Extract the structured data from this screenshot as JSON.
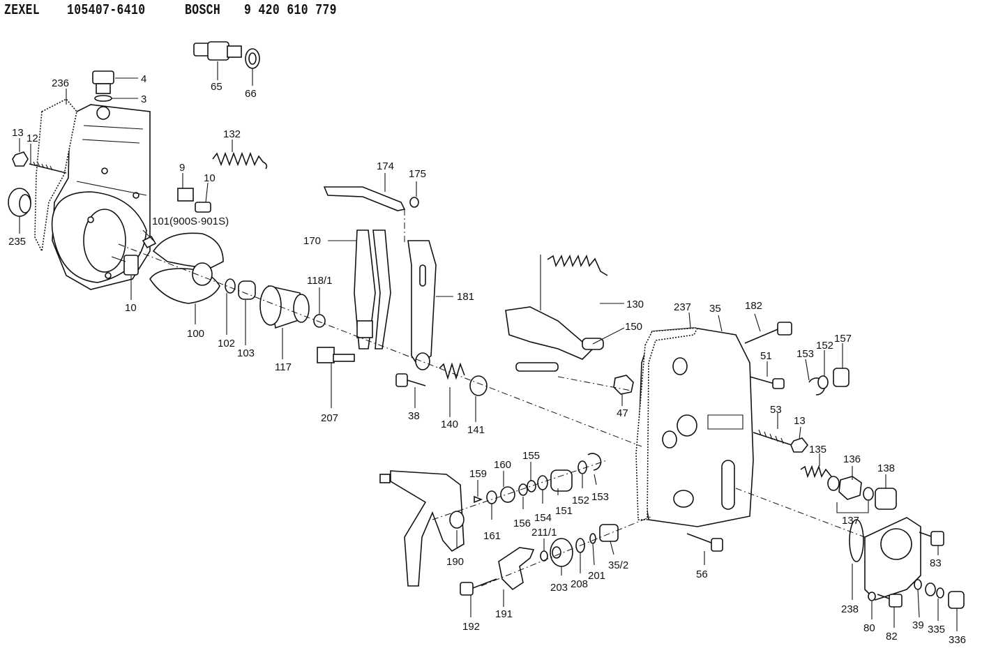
{
  "header": {
    "brand": "ZEXEL",
    "part_number": "105407-6410",
    "maker": "BOSCH",
    "maker_number": "9 420 610 779"
  },
  "part_labels": [
    {
      "id": "l4",
      "text": "4"
    },
    {
      "id": "l3",
      "text": "3"
    },
    {
      "id": "l236",
      "text": "236"
    },
    {
      "id": "l13a",
      "text": "13"
    },
    {
      "id": "l12",
      "text": "12"
    },
    {
      "id": "l235",
      "text": "235"
    },
    {
      "id": "l65",
      "text": "65"
    },
    {
      "id": "l66",
      "text": "66"
    },
    {
      "id": "l132",
      "text": "132"
    },
    {
      "id": "l9",
      "text": "9"
    },
    {
      "id": "l10a",
      "text": "10"
    },
    {
      "id": "l101",
      "text": "101(900S·901S)"
    },
    {
      "id": "l10b",
      "text": "10"
    },
    {
      "id": "l100",
      "text": "100"
    },
    {
      "id": "l102",
      "text": "102"
    },
    {
      "id": "l103",
      "text": "103"
    },
    {
      "id": "l117",
      "text": "117"
    },
    {
      "id": "l118",
      "text": "118/1"
    },
    {
      "id": "l174",
      "text": "174"
    },
    {
      "id": "l175",
      "text": "175"
    },
    {
      "id": "l170",
      "text": "170"
    },
    {
      "id": "l181",
      "text": "181"
    },
    {
      "id": "l207",
      "text": "207"
    },
    {
      "id": "l38",
      "text": "38"
    },
    {
      "id": "l140",
      "text": "140"
    },
    {
      "id": "l141",
      "text": "141"
    },
    {
      "id": "l130",
      "text": "130"
    },
    {
      "id": "l150",
      "text": "150"
    },
    {
      "id": "l237",
      "text": "237"
    },
    {
      "id": "l35",
      "text": "35"
    },
    {
      "id": "l182",
      "text": "182"
    },
    {
      "id": "l51",
      "text": "51"
    },
    {
      "id": "l153a",
      "text": "153"
    },
    {
      "id": "l152a",
      "text": "152"
    },
    {
      "id": "l157",
      "text": "157"
    },
    {
      "id": "l47",
      "text": "47"
    },
    {
      "id": "l53",
      "text": "53"
    },
    {
      "id": "l13b",
      "text": "13"
    },
    {
      "id": "l135",
      "text": "135"
    },
    {
      "id": "l136",
      "text": "136"
    },
    {
      "id": "l138",
      "text": "138"
    },
    {
      "id": "l137",
      "text": "137"
    },
    {
      "id": "l159",
      "text": "159"
    },
    {
      "id": "l160",
      "text": "160"
    },
    {
      "id": "l155",
      "text": "155"
    },
    {
      "id": "l161",
      "text": "161"
    },
    {
      "id": "l156",
      "text": "156"
    },
    {
      "id": "l154",
      "text": "154"
    },
    {
      "id": "l151",
      "text": "151"
    },
    {
      "id": "l152b",
      "text": "152"
    },
    {
      "id": "l153b",
      "text": "153"
    },
    {
      "id": "l190",
      "text": "190"
    },
    {
      "id": "l211",
      "text": "211/1"
    },
    {
      "id": "l203",
      "text": "203"
    },
    {
      "id": "l208",
      "text": "208"
    },
    {
      "id": "l201",
      "text": "201"
    },
    {
      "id": "l352",
      "text": "35/2"
    },
    {
      "id": "l56",
      "text": "56"
    },
    {
      "id": "l192",
      "text": "192"
    },
    {
      "id": "l191",
      "text": "191"
    },
    {
      "id": "l238",
      "text": "238"
    },
    {
      "id": "l80",
      "text": "80"
    },
    {
      "id": "l82",
      "text": "82"
    },
    {
      "id": "l39",
      "text": "39"
    },
    {
      "id": "l335",
      "text": "335"
    },
    {
      "id": "l336",
      "text": "336"
    },
    {
      "id": "l83",
      "text": "83"
    }
  ]
}
